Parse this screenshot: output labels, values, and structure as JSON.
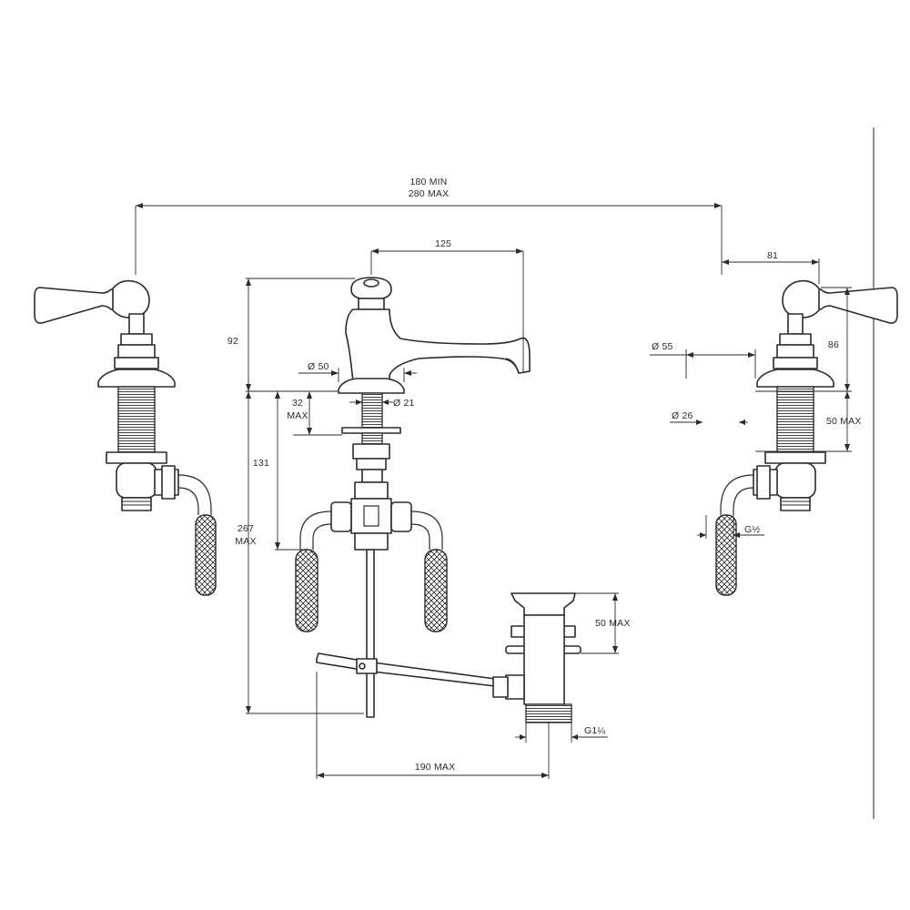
{
  "dimensions": {
    "centres_min": "180 MIN",
    "centres_max": "280 MAX",
    "spout_reach": "125",
    "spout_height": "92",
    "spout_base_dia": "Ø 50",
    "spout_deck_thickness": "32",
    "spout_deck_thickness_max": "MAX",
    "spout_shank_dia": "Ø 21",
    "spout_shank_length": "131",
    "total_height": "267",
    "total_height_max": "MAX",
    "handle_length": "81",
    "handle_height": "86",
    "valve_base_dia": "Ø 55",
    "valve_shank_dia": "Ø 26",
    "valve_deck_max": "50 MAX",
    "valve_thread": "G½",
    "waste_height_max": "50 MAX",
    "waste_thread": "G1¼",
    "waste_rod_max": "190 MAX"
  },
  "colors": {
    "line": "#2b2b2b",
    "frame": "#6a6a6a",
    "background": "#ffffff"
  }
}
